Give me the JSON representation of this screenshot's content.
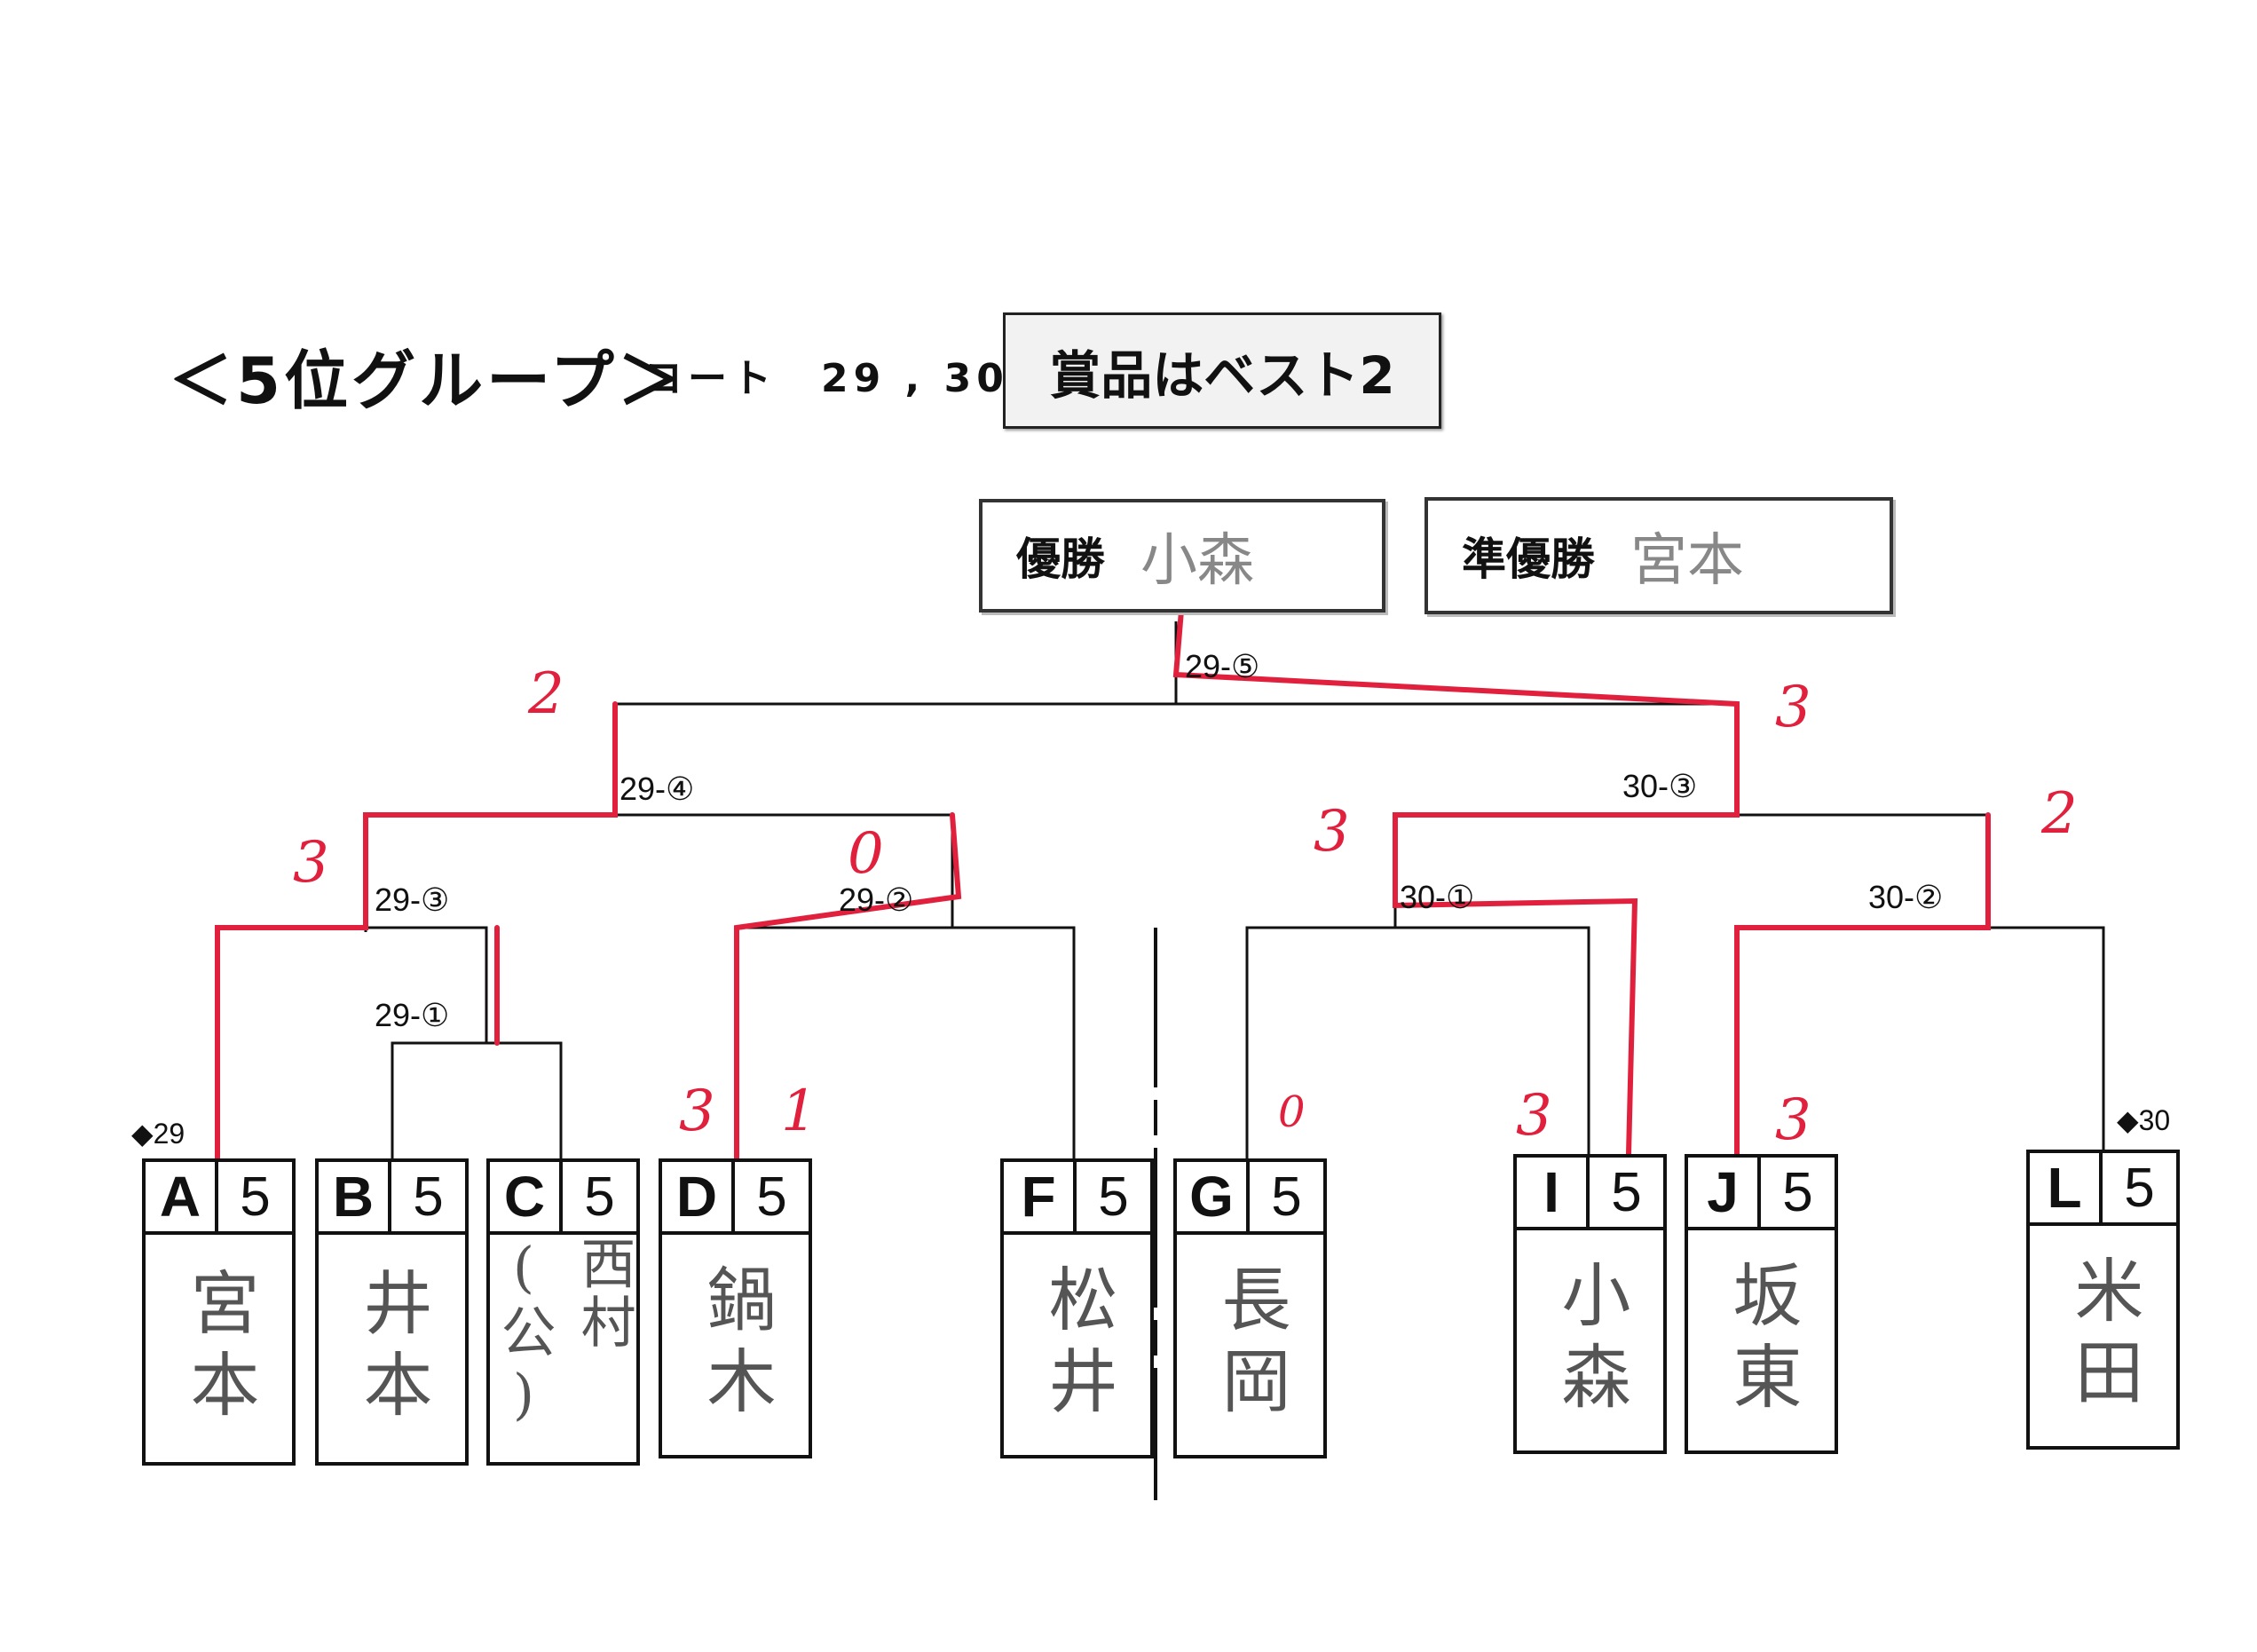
{
  "header": {
    "title": "＜5位グループ＞",
    "court": "コート　29 , 30",
    "prize": "賞品はベスト2"
  },
  "results": {
    "winner_label": "優勝",
    "winner_name": "小森",
    "runner_up_label": "準優勝",
    "runner_up_name": "宮本"
  },
  "entries": [
    {
      "letter": "A",
      "seed": "5",
      "name": "宮本"
    },
    {
      "letter": "B",
      "seed": "5",
      "name": "井本"
    },
    {
      "letter": "C",
      "seed": "5",
      "name": "西村(公)"
    },
    {
      "letter": "D",
      "seed": "5",
      "name": "鍋木"
    },
    {
      "letter": "F",
      "seed": "5",
      "name": "松井"
    },
    {
      "letter": "G",
      "seed": "5",
      "name": "長岡"
    },
    {
      "letter": "I",
      "seed": "5",
      "name": "小森"
    },
    {
      "letter": "J",
      "seed": "5",
      "name": "坂東"
    },
    {
      "letter": "L",
      "seed": "5",
      "name": "米田"
    }
  ],
  "court_marks": {
    "left": "◆29",
    "right": "◆30"
  },
  "matches": {
    "m29_1": "29-①",
    "m29_2": "29-②",
    "m29_3": "29-③",
    "m29_4": "29-④",
    "m29_5": "29-⑤",
    "m30_1": "30-①",
    "m30_2": "30-②",
    "m30_3": "30-③"
  },
  "scores": {
    "final_left": "2",
    "final_right": "3",
    "semi_left_a": "3",
    "semi_left_b": "0",
    "semi_right_a": "3",
    "semi_right_b": "2",
    "d_score": "3",
    "f_score": "1",
    "g_score": "0",
    "i_score": "3",
    "j_score": "3"
  },
  "colors": {
    "ink": "#111111",
    "pen_red": "#e0203c"
  }
}
